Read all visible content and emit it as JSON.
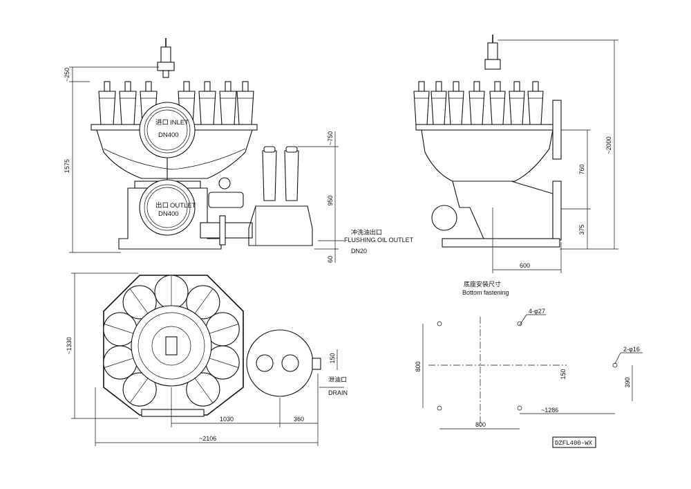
{
  "front_view": {
    "inlet_cn": "进口",
    "inlet_en": "INLET",
    "inlet_size": "DN400",
    "outlet_cn": "出口",
    "outlet_en": "OUTLET",
    "outlet_size": "DN400",
    "flushing_cn": "冲洗油出口",
    "flushing_en": "FLUSHING OIL OUTLET",
    "flushing_size": "DN20",
    "dims": {
      "d250": "~250",
      "d1575": "1575",
      "d750": "~750",
      "d950": "950",
      "d60": "60"
    }
  },
  "side_view": {
    "dims": {
      "d2000": "~2000",
      "d760": "760",
      "d375": "375",
      "d600": "600"
    }
  },
  "plan_view": {
    "drain_cn": "泄油口",
    "drain_en": "DRAIN",
    "dims": {
      "d1330": "~1330",
      "d1030": "1030",
      "d360": "360",
      "d2106": "~2106",
      "d150": "150"
    }
  },
  "bottom_fastening": {
    "title_cn": "底座安装尺寸",
    "title_en": "Bottom fastening",
    "holes_a": "4-φ27",
    "holes_b": "2-φ16",
    "dims": {
      "d800v": "800",
      "d800h": "800",
      "d1286": "~1286",
      "d150": "150",
      "d390": "390"
    }
  },
  "model_code": "DZFL400-WX",
  "icons": [
    "valve-icon",
    "flange-icon",
    "filter-icon"
  ]
}
